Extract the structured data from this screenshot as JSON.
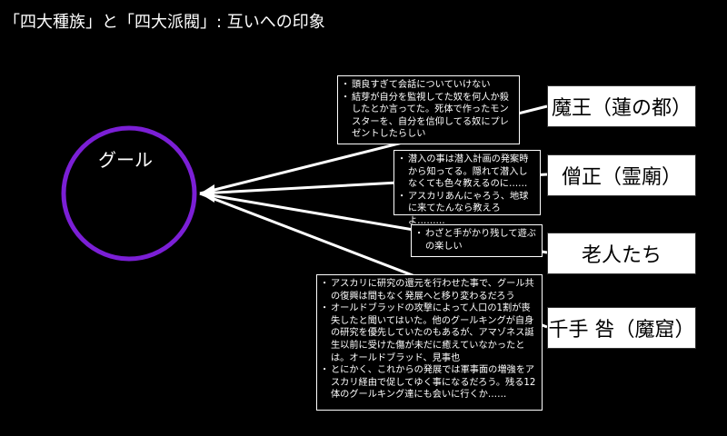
{
  "title": "「四大種族」と「四大派閥」: 互いへの印象",
  "center_node": {
    "label": "グール",
    "ring_color": "#7b1fd6"
  },
  "entities": [
    {
      "name": "魔王（蓮の都）",
      "notes": [
        "頭良すぎて会話についていけない",
        "結芽が自分を監視してた奴を何人か殺したとか言ってた。死体で作ったモンスターを、自分を信仰してる奴にプレゼントしたらしい"
      ]
    },
    {
      "name": "僧正（霊廟）",
      "notes": [
        "潜入の事は潜入計画の発案時から知ってる。隠れて潜入しなくても色々教えるのに……",
        "アスカリあんにゃろう、地球に来てたんなら教えろよ………"
      ]
    },
    {
      "name": "老人たち",
      "notes": [
        "わざと手がかり残して遊ぶの楽しい"
      ]
    },
    {
      "name": "千手 咎（魔窟）",
      "notes": [
        "アスカリに研究の還元を行わせた事で、グール共の復興は間もなく発展へと移り変わるだろう",
        "オールドブラッドの攻撃によって人口の1割が喪失したと聞いてはいた。他のグールキングが自身の研究を優先していたのもあるが、アマゾネス誕生以前に受けた傷が未だに癒えていなかったとは。オールドブラッド、見事也",
        "とにかく、これからの発展では軍事面の増強をアスカリ経由で促してゆく事になるだろう。残る12体のグールキング達にも会いに行くか……"
      ]
    }
  ],
  "colors": {
    "background": "#000000",
    "line": "#ffffff",
    "box_fill": "#ffffff",
    "box_text": "#000000"
  }
}
